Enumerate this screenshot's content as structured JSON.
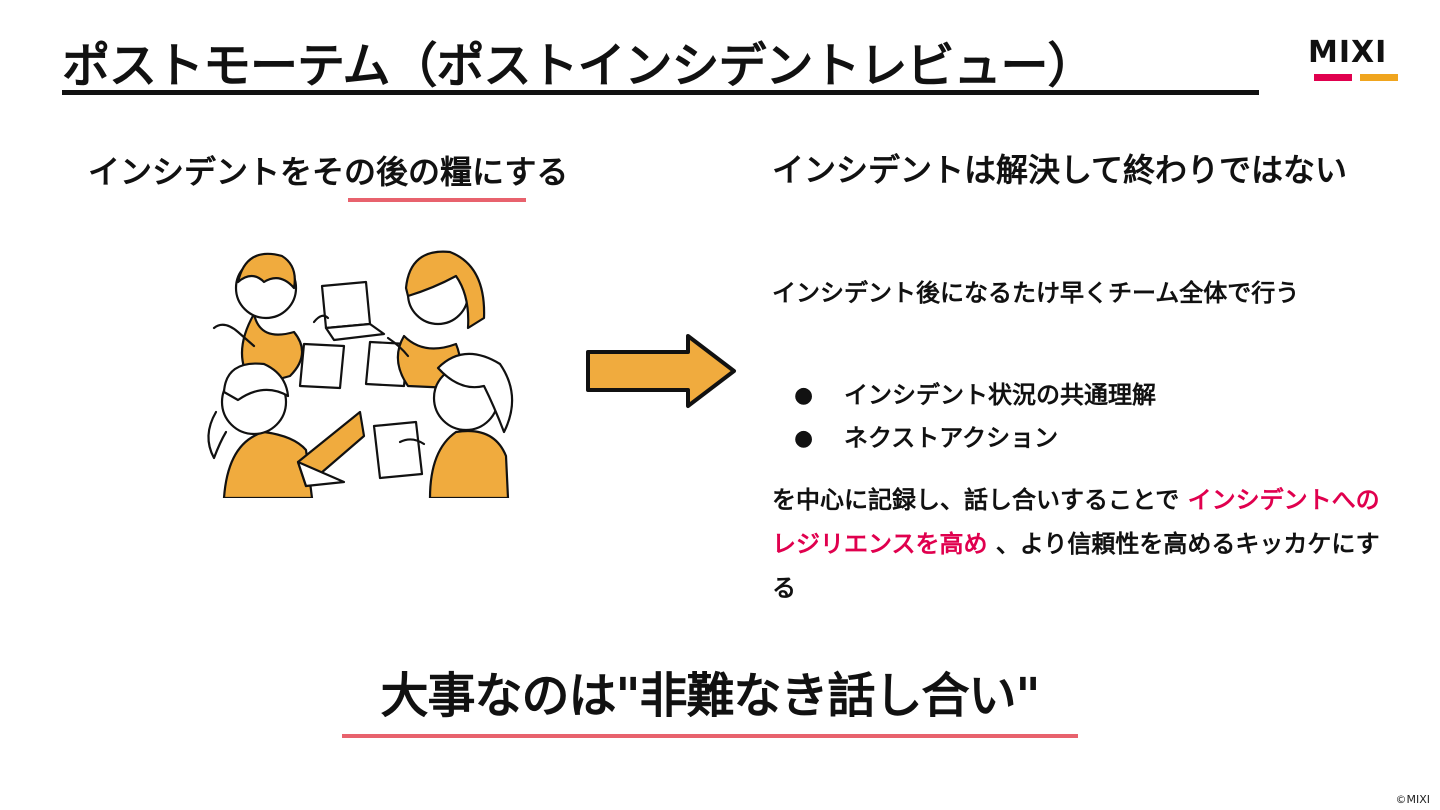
{
  "slide": {
    "title": "ポストモーテム（ポストインシデントレビュー）",
    "logo_text": "MIXI",
    "copyright": "©MIXI"
  },
  "left": {
    "heading": "インシデントをその後の糧にする"
  },
  "right": {
    "heading": "インシデントは解決して終わりではない",
    "lead": "インシデント後になるたけ早くチーム全体で行う",
    "bullets": [
      "インシデント状況の共通理解",
      "ネクストアクション"
    ],
    "bullet_symbol": "●",
    "summary_before": "を中心に記録し、話し合いすることで",
    "summary_highlight": "インシデントへのレジリエンスを高め",
    "summary_after": "、より信頼性を高めるキッカケにする"
  },
  "bottom_message": "大事なのは\"非難なき話し合い\"",
  "colors": {
    "accent": "#e0004e",
    "underline": "#e8626d",
    "orange": "#f0a51e",
    "illustration_orange": "#f0ab3e"
  },
  "icons": {
    "arrow": "right-arrow-icon",
    "illustration": "team-meeting-illustration"
  }
}
